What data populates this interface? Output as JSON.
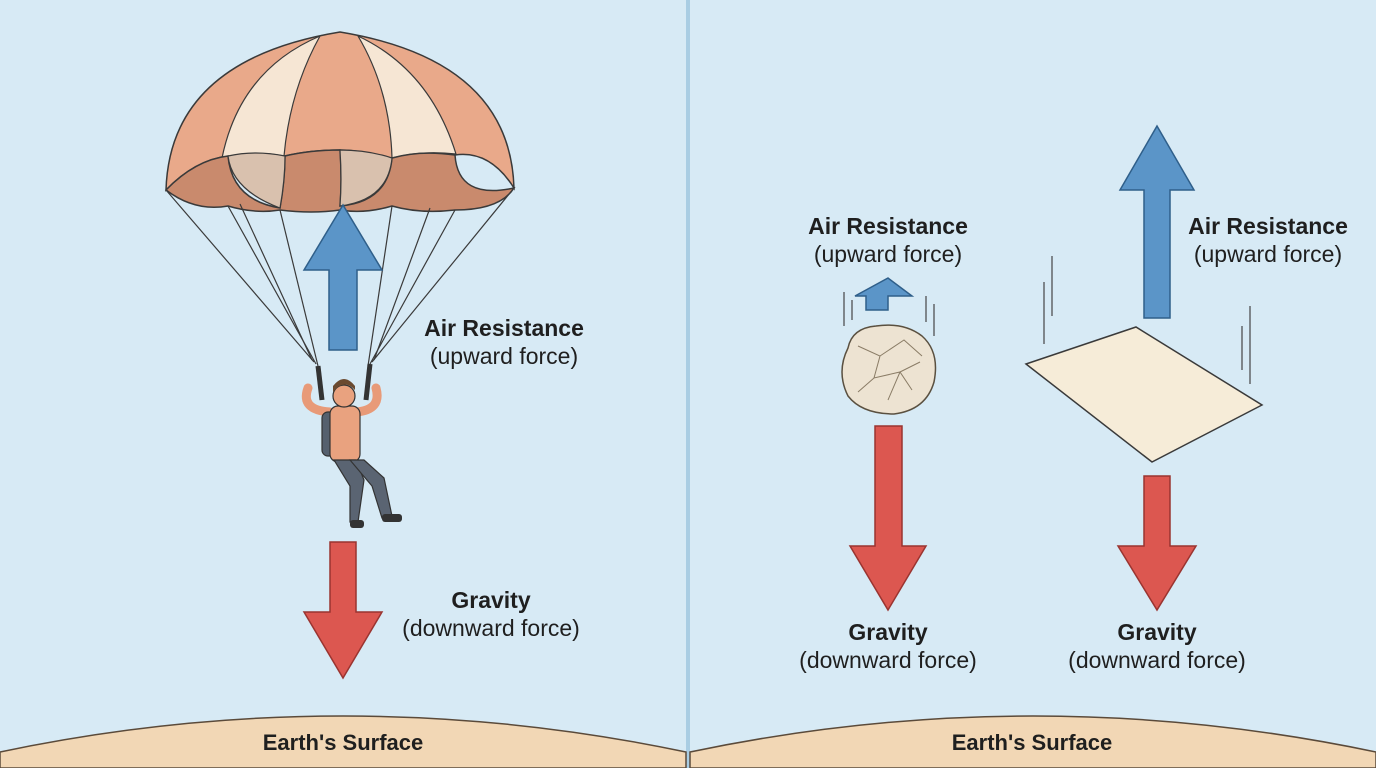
{
  "left_panel": {
    "air_resistance": {
      "title": "Air Resistance",
      "subtitle": "(upward force)"
    },
    "gravity": {
      "title": "Gravity",
      "subtitle": "(downward force)"
    },
    "surface": "Earth's Surface"
  },
  "right_panel": {
    "ball": {
      "air_resistance": {
        "title": "Air Resistance",
        "subtitle": "(upward force)"
      },
      "gravity": {
        "title": "Gravity",
        "subtitle": "(downward force)"
      }
    },
    "sheet": {
      "air_resistance": {
        "title": "Air Resistance",
        "subtitle": "(upward force)"
      },
      "gravity": {
        "title": "Gravity",
        "subtitle": "(downward force)"
      }
    },
    "surface": "Earth's Surface"
  },
  "colors": {
    "sky": "#d7eaf5",
    "ground": "#f2d7b5",
    "up_arrow": "#5b95c8",
    "down_arrow": "#dc5750",
    "canopy_dark": "#e9a98a",
    "canopy_light": "#f6e6d4",
    "divider": "#a9cde3"
  }
}
